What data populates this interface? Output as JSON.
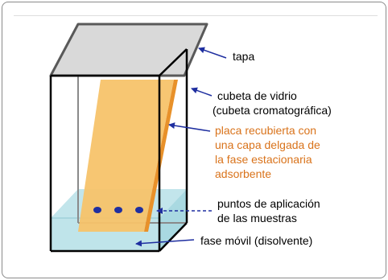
{
  "diagram": {
    "labels": {
      "lid": "tapa",
      "tank_line1": "cubeta de vidrio",
      "tank_line2": "(cubeta cromatográfica)",
      "plate_line1": "placa recubierta con",
      "plate_line2": "una capa delgada de",
      "plate_line3": "la fase estacionaria",
      "plate_line4": "adsorbente",
      "points_line1": "puntos de aplicación",
      "points_line2": "de las muestras",
      "mobile_phase": "fase móvil (disolvente)"
    },
    "colors": {
      "frame": "#000000",
      "lid_fill": "#d9d9d9",
      "lid_stroke": "#595959",
      "plate_fill": "#f7c36a",
      "plate_edge": "#e8912a",
      "liquid": "#bfe4ea",
      "dots": "#1f2fa0",
      "arrows": "#1f2fa0",
      "orange_text": "#d9731b"
    }
  }
}
